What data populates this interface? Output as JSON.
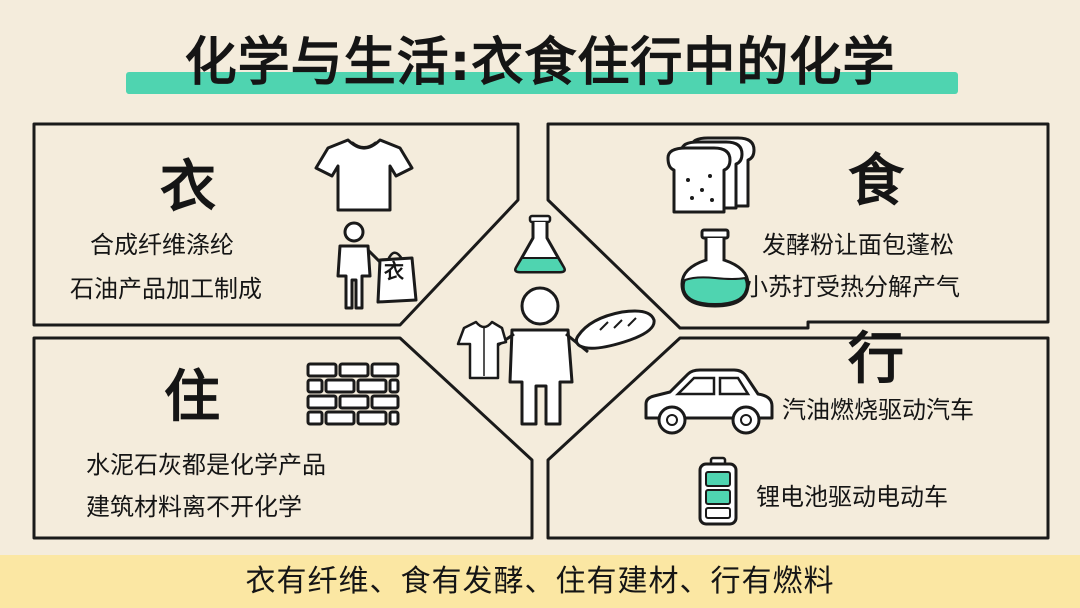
{
  "title": "化学与生活:衣食住行中的化学",
  "sections": {
    "yi": {
      "char": "衣",
      "lines": [
        "合成纤维涤纶",
        "石油产品加工制成"
      ],
      "icons": [
        "tshirt-icon",
        "shopper-icon"
      ],
      "bag_char": "衣"
    },
    "shi": {
      "char": "食",
      "lines": [
        "发酵粉让面包蓬松",
        "小苏打受热分解产气"
      ],
      "icons": [
        "bread-icon",
        "flask-icon"
      ]
    },
    "zhu": {
      "char": "住",
      "lines": [
        "水泥石灰都是化学产品",
        "建筑材料离不开化学"
      ],
      "icons": [
        "brick-wall-icon"
      ]
    },
    "xing": {
      "char": "行",
      "lines": [
        "汽油燃烧驱动汽车",
        "锂电池驱动电动车"
      ],
      "icons": [
        "car-icon",
        "battery-icon"
      ]
    }
  },
  "center": {
    "icons": [
      "flask-icon",
      "person-icon",
      "shirt-icon",
      "baguette-icon"
    ]
  },
  "footer": "衣有纤维、食有发酵、住有建材、行有燃料",
  "colors": {
    "accent": "#4fd4b0",
    "background": "#f4ecdc",
    "footer_bg": "#fbe7a3"
  }
}
